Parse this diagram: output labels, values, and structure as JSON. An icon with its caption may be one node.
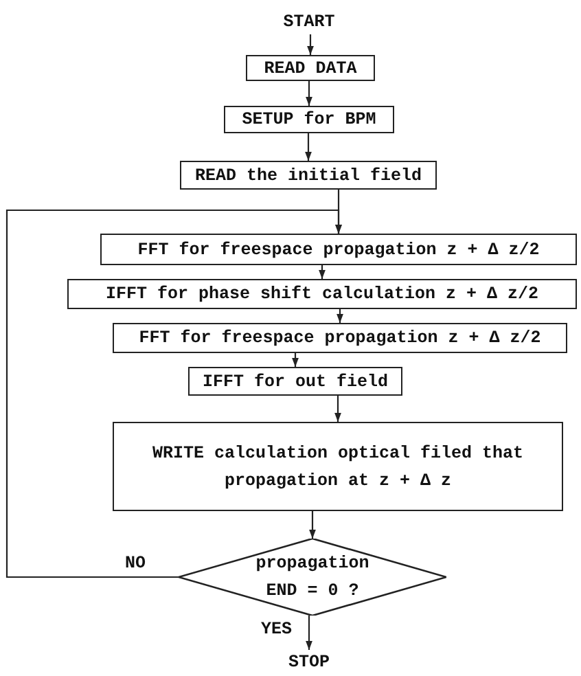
{
  "diagram": {
    "nodes": [
      {
        "text": [
          "START"
        ]
      },
      {
        "text": [
          "READ DATA"
        ]
      },
      {
        "text": [
          "SETUP for BPM"
        ]
      },
      {
        "text": [
          "READ the initial field"
        ]
      },
      {
        "text": [
          "FFT for freespace propagation z + Δ z/2"
        ]
      },
      {
        "text": [
          "IFFT for phase shift calculation z + Δ z/2"
        ]
      },
      {
        "text": [
          "FFT for freespace propagation z + Δ z/2"
        ]
      },
      {
        "text": [
          "IFFT for out field"
        ]
      },
      {
        "text": [
          "WRITE calculation optical filed that propagation at z + Δ z"
        ]
      },
      {
        "text": [
          "propagation END = 0 ?"
        ]
      },
      {
        "text": [
          "STOP"
        ]
      }
    ],
    "edges": [
      {
        "from": 0,
        "to": 1,
        "arrow": "to"
      },
      {
        "from": 1,
        "to": 2,
        "arrow": "to"
      },
      {
        "from": 2,
        "to": 3,
        "arrow": "to"
      },
      {
        "from": 3,
        "to": 4,
        "arrow": "to"
      },
      {
        "from": 4,
        "to": 5,
        "arrow": "to"
      },
      {
        "from": 5,
        "to": 6,
        "arrow": "to"
      },
      {
        "from": 6,
        "to": 7,
        "arrow": "to"
      },
      {
        "from": 7,
        "to": 8,
        "arrow": "to"
      },
      {
        "from": 8,
        "to": 9,
        "arrow": "to"
      },
      {
        "from": 9,
        "to": 4,
        "label": "NO",
        "arrow": "to"
      },
      {
        "from": 9,
        "to": 10,
        "label": "YES",
        "arrow": "to"
      }
    ]
  }
}
